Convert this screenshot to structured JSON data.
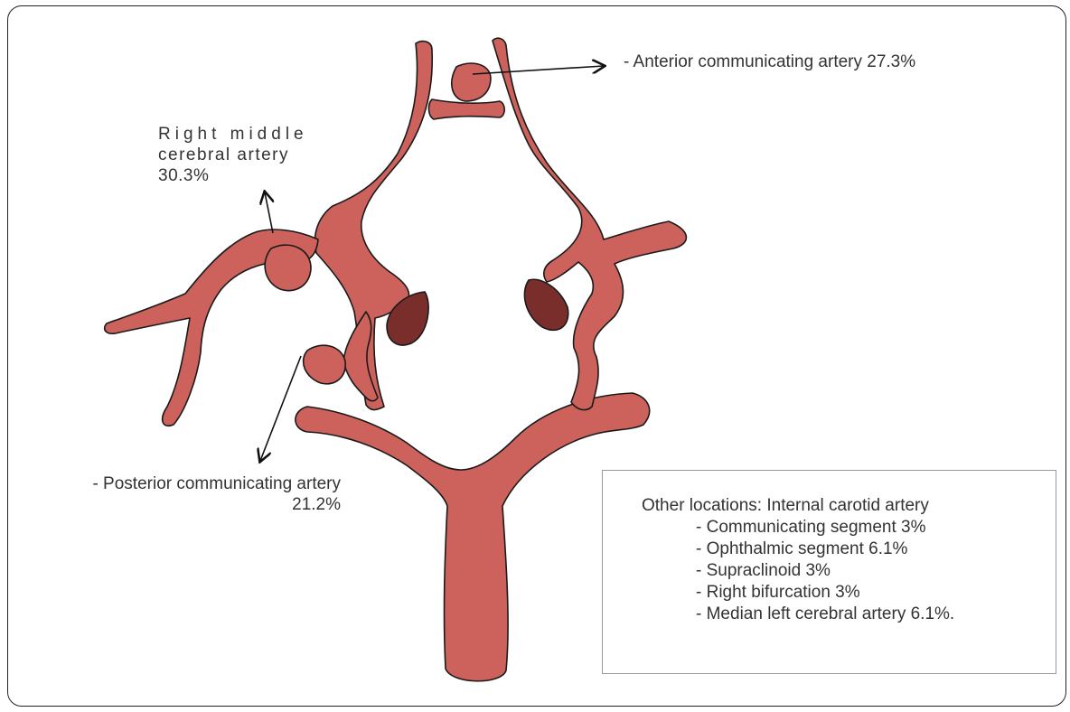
{
  "labels": {
    "anterior_communicating": "- Anterior communicating artery 27.3%",
    "right_middle_cerebral": [
      "Right middle",
      "cerebral artery",
      "30.3%"
    ],
    "posterior_communicating": [
      "- Posterior communicating artery",
      "21.2%"
    ]
  },
  "other_locations": {
    "title": "Other locations: Internal carotid artery",
    "items": [
      "- Communicating segment 3%",
      "- Ophthalmic segment 6.1%",
      "- Supraclinoid 3%",
      "- Right bifurcation 3%",
      "- Median left cerebral artery 6.1%."
    ]
  },
  "colors": {
    "vessel": "#cd625c",
    "vessel_outline": "#1a1a1a",
    "cut_end": "#7a2e2c"
  }
}
